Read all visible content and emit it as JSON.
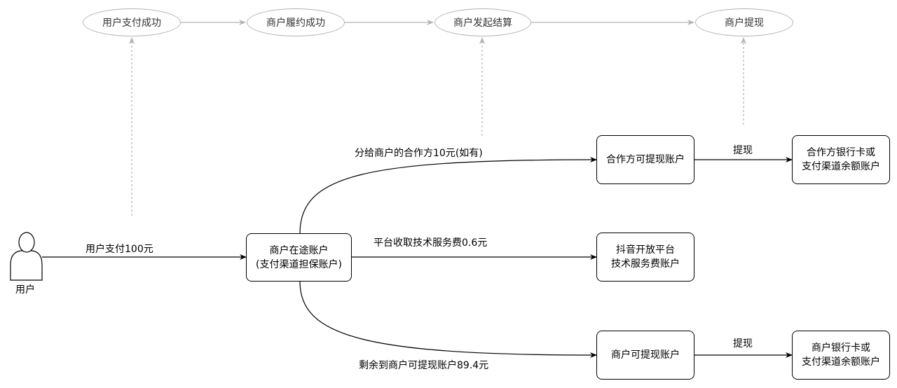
{
  "stages": [
    {
      "label": "用户支付成功"
    },
    {
      "label": "商户履约成功"
    },
    {
      "label": "商户发起结算"
    },
    {
      "label": "商户提现"
    }
  ],
  "user": {
    "label": "用户"
  },
  "nodes": {
    "transit": {
      "line1": "商户在途账户",
      "line2": "(支付渠道担保账户)"
    },
    "partner": {
      "line1": "合作方可提现账户"
    },
    "partner_bank": {
      "line1": "合作方银行卡或",
      "line2": "支付渠道余额账户"
    },
    "platform": {
      "line1": "抖音开放平台",
      "line2": "技术服务费账户"
    },
    "merchant": {
      "line1": "商户可提现账户"
    },
    "merchant_bank": {
      "line1": "商户银行卡或",
      "line2": "支付渠道余额账户"
    }
  },
  "edges": {
    "user_pay": "用户支付100元",
    "to_partner": "分给商户的合作方10元(如有)",
    "to_platform": "平台收取技术服务费0.6元",
    "to_merchant": "剩余到商户可提现账户89.4元",
    "partner_withdraw": "提现",
    "merchant_withdraw": "提现"
  },
  "colors": {
    "stage_border": "#b3b3b3",
    "dashed": "#b3b3b3",
    "solid": "#000000"
  }
}
